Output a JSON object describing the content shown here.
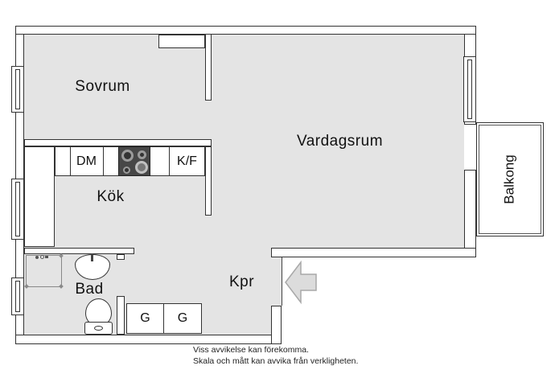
{
  "floorplan": {
    "rooms": {
      "bedroom": {
        "label": "Sovrum"
      },
      "living_room": {
        "label": "Vardagsrum"
      },
      "kitchen": {
        "label": "Kök"
      },
      "bathroom": {
        "label": "Bad"
      },
      "hallway": {
        "label": "Kpr"
      },
      "balcony": {
        "label": "Balkong"
      }
    },
    "fixtures": {
      "dishwasher_label": "DM",
      "fridge_freezer_label": "K/F",
      "wardrobe_left_label": "G",
      "wardrobe_right_label": "G"
    },
    "disclaimer": {
      "line1": "Viss avvikelse kan förekomma.",
      "line2": "Skala och mått kan avvika från verkligheten."
    },
    "colors": {
      "floor": "#e4e4e4",
      "wall_outline": "#333333",
      "wall_fill": "#ffffff",
      "stove": "#474747",
      "entry_arrow_fill": "#dcdcdc",
      "entry_arrow_outline": "#a8a8a8"
    }
  }
}
